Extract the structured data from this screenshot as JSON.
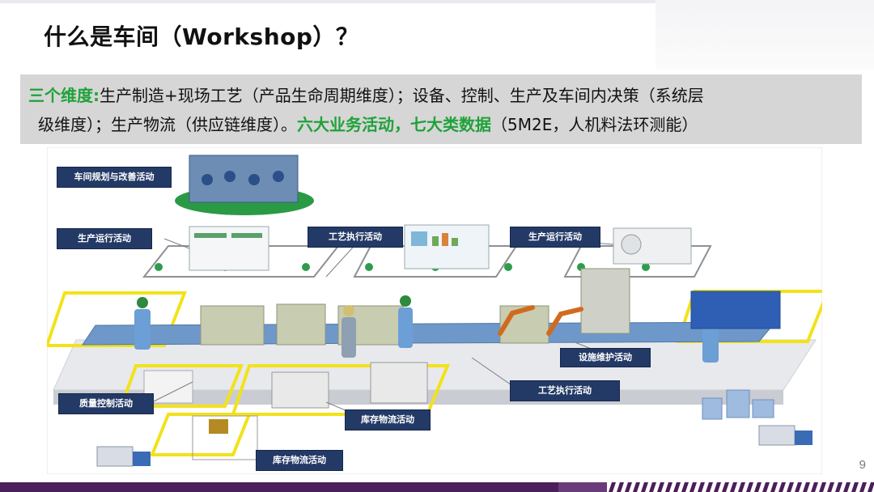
{
  "slide": {
    "title": "什么是车间（Workshop）？",
    "page_number": "9"
  },
  "description": {
    "label": "三个维度:",
    "part1": "生产制造+现场工艺（产品生命周期维度）；设备、控制、生产及车间内决策（系统层",
    "part2": "级维度）；生产物流（供应链维度）。",
    "highlight": "六大业务活动，七大类数据",
    "part3": "（5M2E，人机料法环测能）"
  },
  "diagram": {
    "labels": [
      {
        "key": "planning",
        "text": "车间规划与改善活动"
      },
      {
        "key": "prod_run_1",
        "text": "生产运行活动"
      },
      {
        "key": "process_exec_1",
        "text": "工艺执行活动"
      },
      {
        "key": "prod_run_2",
        "text": "生产运行活动"
      },
      {
        "key": "maintenance",
        "text": "设施维护活动"
      },
      {
        "key": "process_exec_2",
        "text": "工艺执行活动"
      },
      {
        "key": "quality",
        "text": "质量控制活动"
      },
      {
        "key": "inventory_1",
        "text": "库存物流活动"
      },
      {
        "key": "inventory_2",
        "text": "库存物流活动"
      }
    ]
  },
  "colors": {
    "label_bg": "#243a66",
    "highlight_green": "#1fa23a",
    "footer_purple": "#4b1f5a",
    "zone_yellow": "#f2e21a"
  }
}
